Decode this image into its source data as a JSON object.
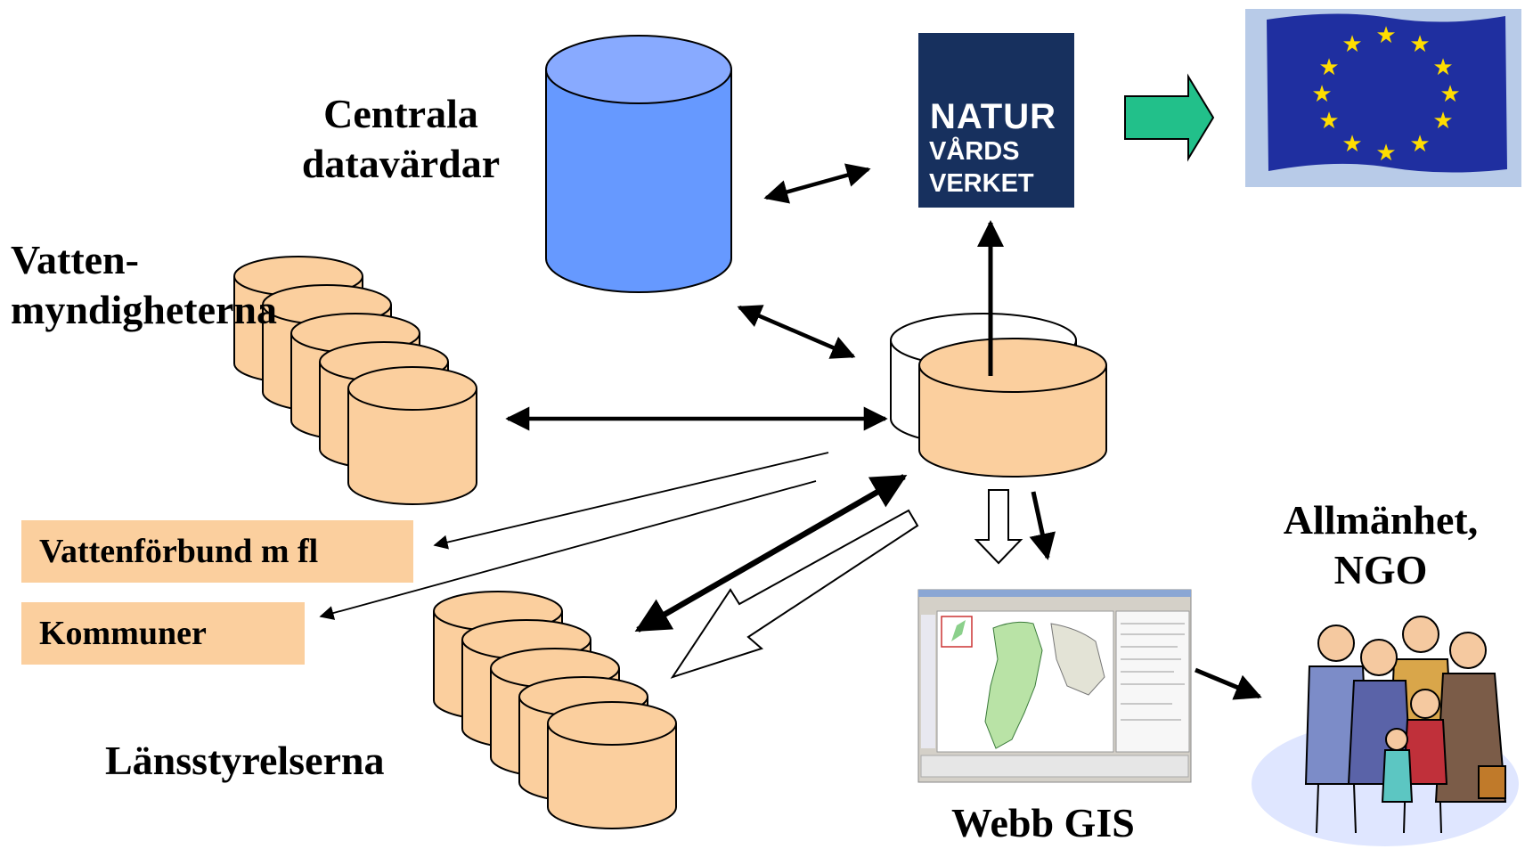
{
  "labels": {
    "central": [
      "Centrala",
      "datavärdar"
    ],
    "water_authorities": [
      "Vatten-",
      "myndigheterna"
    ],
    "water_associations": "Vattenförbund m fl",
    "municipalities": "Kommuner",
    "county_boards": "Länsstyrelserna",
    "public": [
      "Allmänhet,",
      "NGO"
    ],
    "web_gis": "Webb GIS"
  },
  "logo": {
    "lines": [
      "NATUR",
      "VÅRDS",
      "VERKET"
    ]
  },
  "colors": {
    "central_db": "#6699ff",
    "hub_db": "#fbcf9e",
    "logo_bg": "#17305e",
    "eu_blue": "#1f2fa0",
    "eu_star": "#ffdd00",
    "export_arrow": "#22c08a"
  },
  "icons": [
    "database-icon",
    "eu-flag-icon",
    "naturvardsverket-logo",
    "web-gis-screenshot",
    "people-clipart"
  ]
}
